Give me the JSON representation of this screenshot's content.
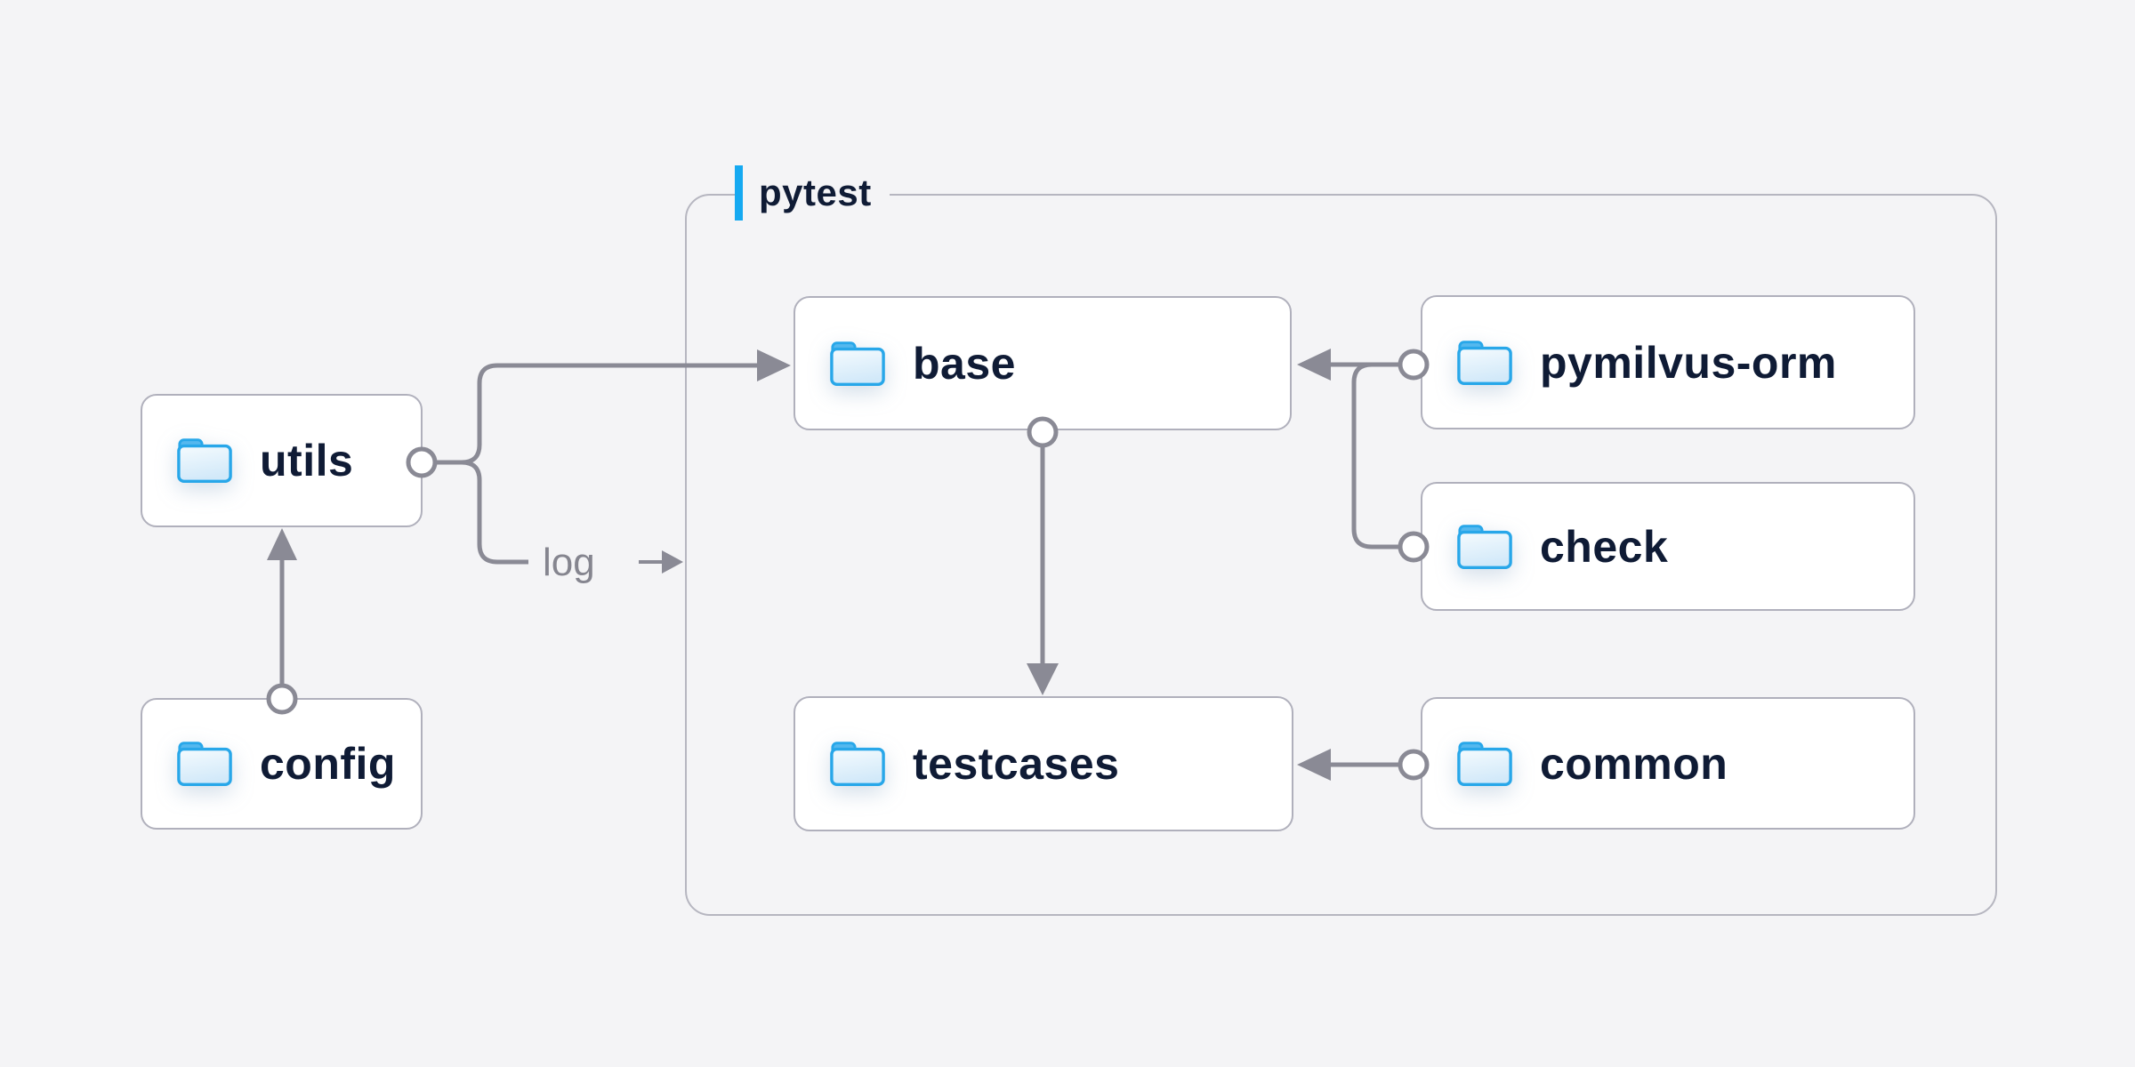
{
  "diagram": {
    "title_group": {
      "label": "pytest"
    },
    "nodes": {
      "utils": {
        "label": "utils",
        "icon": "folder-icon"
      },
      "config": {
        "label": "config",
        "icon": "folder-icon"
      },
      "base": {
        "label": "base",
        "icon": "folder-icon"
      },
      "testcases": {
        "label": "testcases",
        "icon": "folder-icon"
      },
      "pymilvus_orm": {
        "label": "pymilvus-orm",
        "icon": "folder-icon"
      },
      "check": {
        "label": "check",
        "icon": "folder-icon"
      },
      "common": {
        "label": "common",
        "icon": "folder-icon"
      }
    },
    "edges": {
      "log_label": "log",
      "list": [
        {
          "from": "config",
          "to": "utils"
        },
        {
          "from": "utils",
          "to": "base"
        },
        {
          "from": "utils",
          "to": "pytest",
          "label": "log"
        },
        {
          "from": "base",
          "to": "testcases"
        },
        {
          "from": "pymilvus-orm",
          "to": "base"
        },
        {
          "from": "check",
          "to": "base"
        },
        {
          "from": "common",
          "to": "testcases"
        }
      ]
    },
    "colors": {
      "background": "#f4f4f6",
      "accent_blue": "#15a9f1",
      "folder_blue": "#28a7e9",
      "folder_tab": "#55b8ee",
      "line_gray": "#8a8a95",
      "border_gray": "#b0b0bc",
      "text_navy": "#0f1b35"
    }
  }
}
